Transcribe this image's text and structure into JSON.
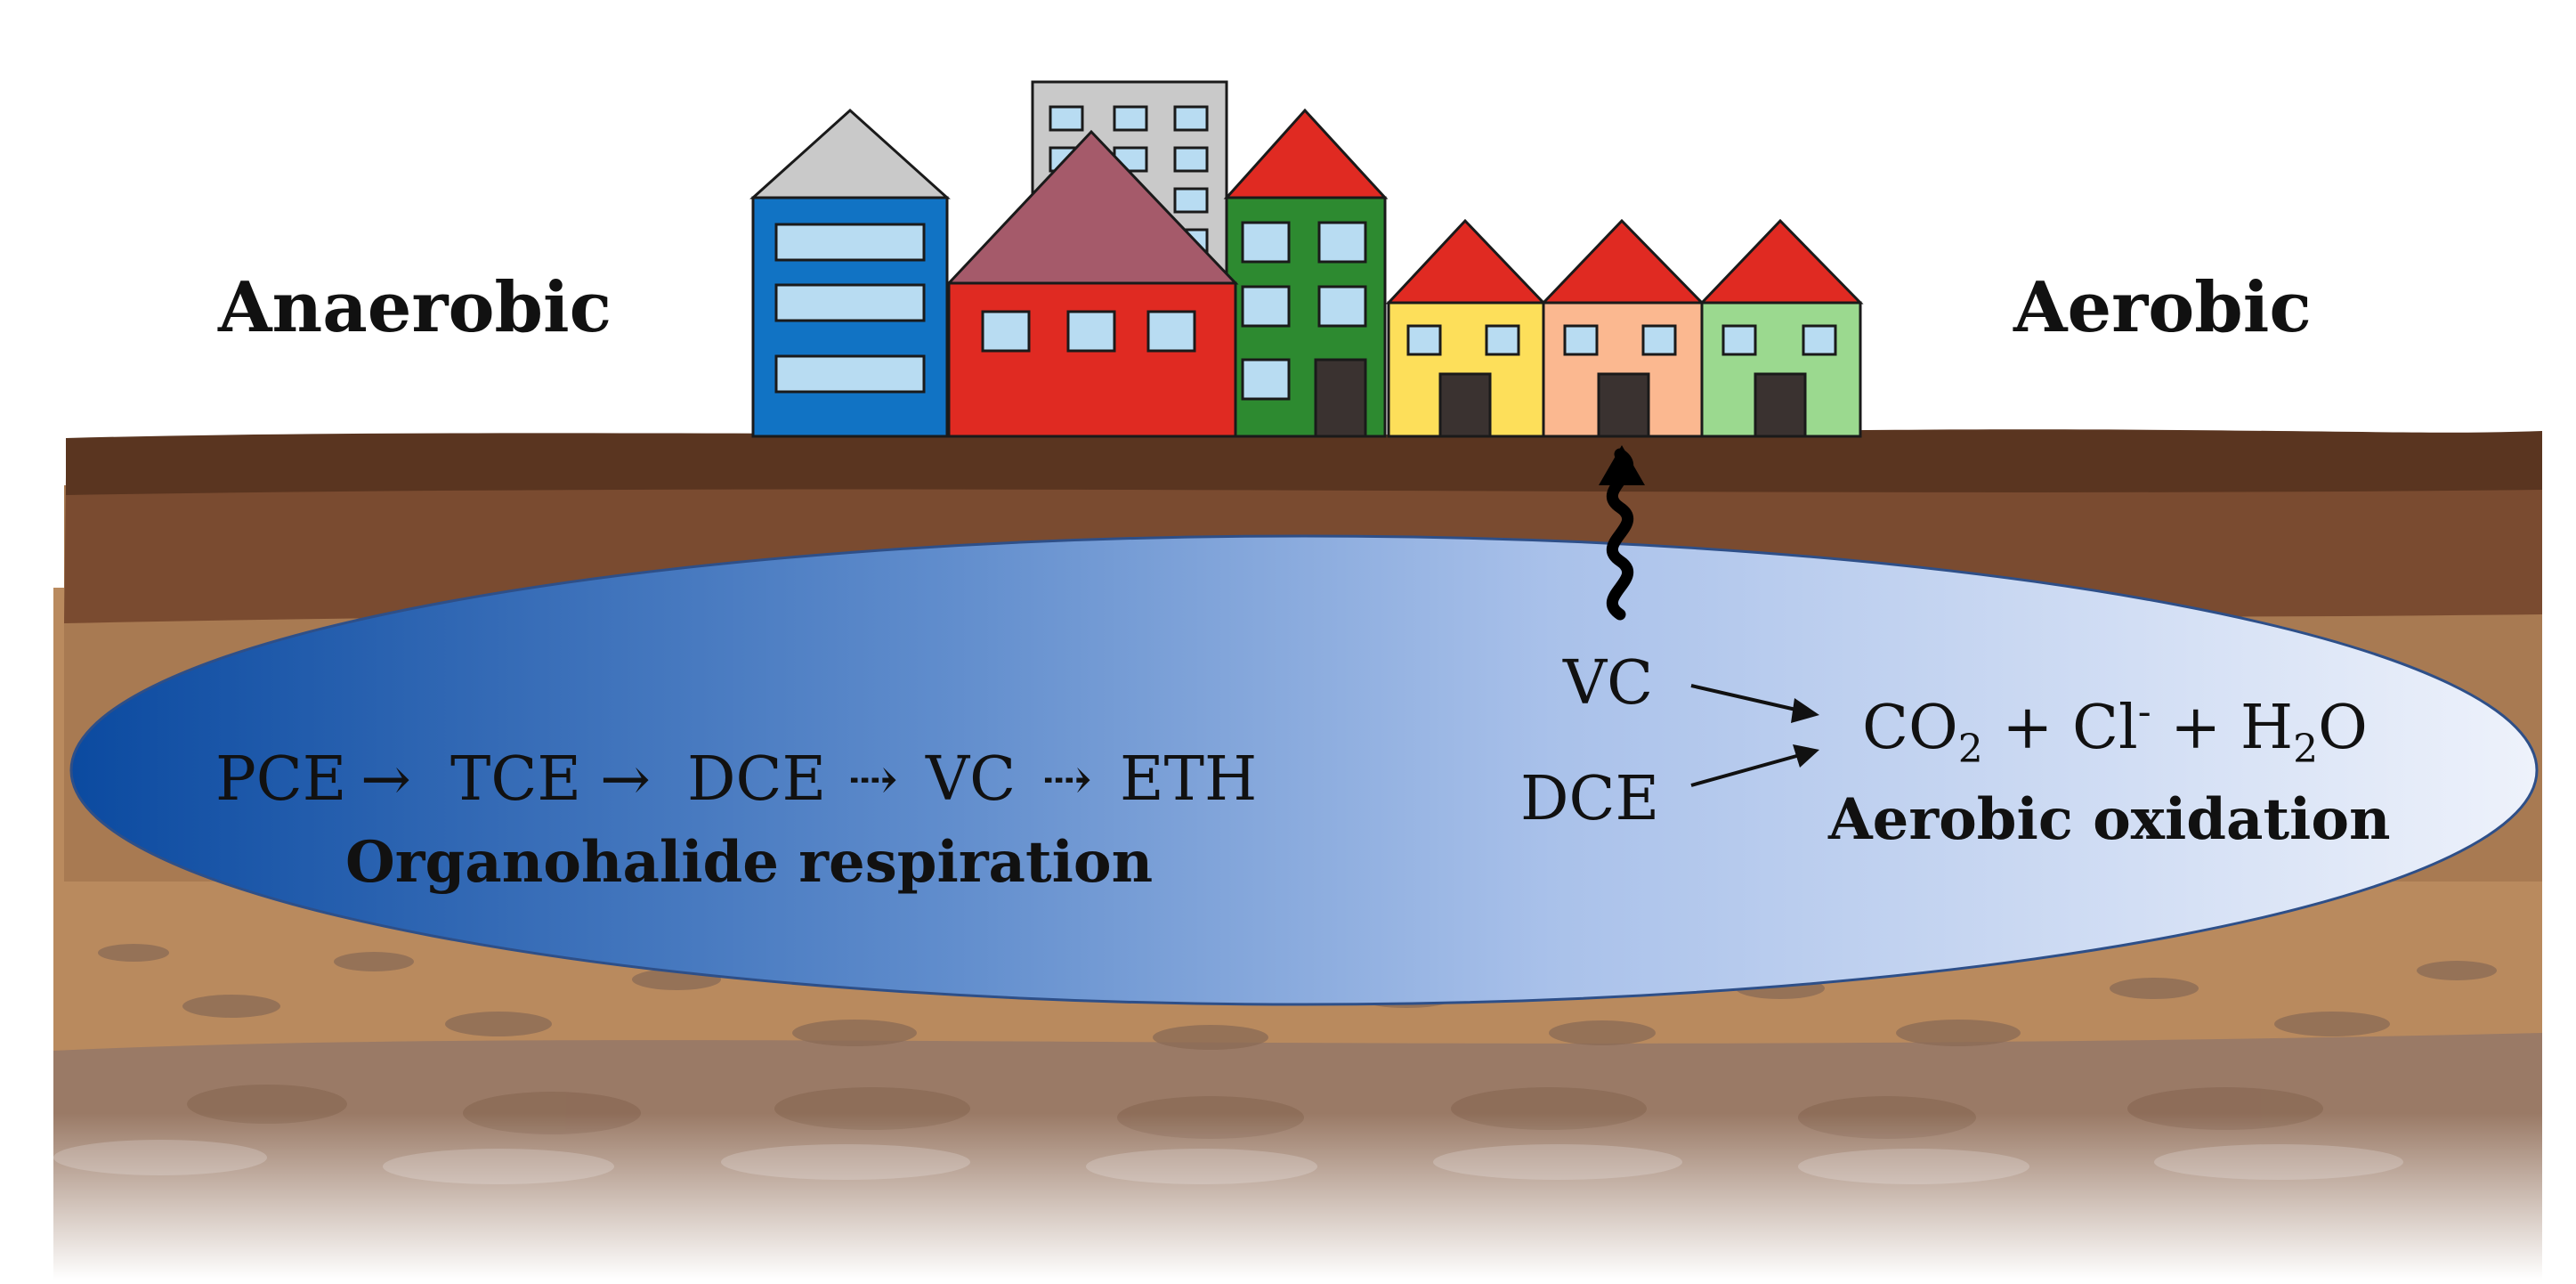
{
  "labels": {
    "anaerobic": "Anaerobic",
    "aerobic": "Aerobic"
  },
  "pathway_anaerobic": {
    "steps": [
      "PCE",
      "TCE",
      "DCE",
      "VC",
      "ETH"
    ],
    "arrows": [
      "→",
      "→",
      "⇢",
      "⇢"
    ],
    "process": "Organohalide respiration"
  },
  "pathway_aerobic": {
    "reactant_1": "VC",
    "reactant_2": "DCE",
    "product_co": "CO",
    "product_co_sub": "2",
    "product_plus_1": " + Cl",
    "product_cl_sup": "-",
    "product_plus_2": " + H",
    "product_h_sub": "2",
    "product_o": "O",
    "process": "Aerobic oxidation"
  },
  "colors": {
    "soil_top": "#5a3520",
    "soil_mid": "#7a4b30",
    "soil_deep": "#b98a5e",
    "plume_dark": "#0b4aa0",
    "plume_light": "#e6ecfa",
    "building_blue": "#1173c4",
    "building_red": "#e02a22",
    "building_green": "#2d8a30",
    "building_yellow": "#fddf5a",
    "building_peach": "#fbb890",
    "building_lightgreen": "#9bd98f",
    "roof_gray": "#c9c9c9",
    "roof_mauve": "#a55a6a",
    "roof_red": "#e02a22",
    "window": "#b8dcf2",
    "door": "#3a3230"
  },
  "icons": [
    "vapor-intrusion-arrow-icon",
    "reaction-arrow-icon"
  ]
}
